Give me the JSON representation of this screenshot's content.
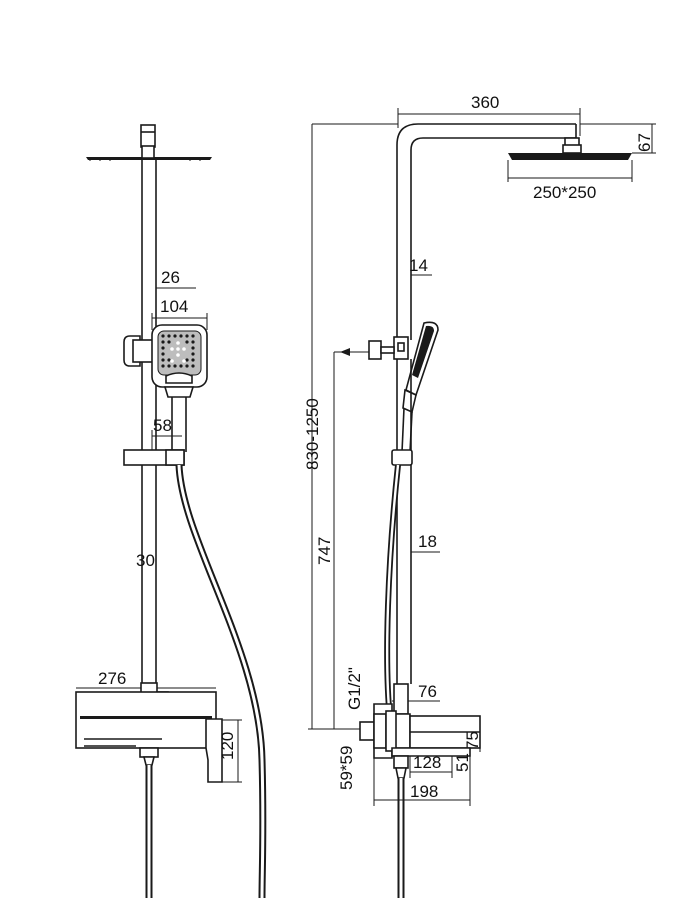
{
  "dimensions": {
    "arm_reach": "360",
    "head_height": "67",
    "head_size": "250*250",
    "riser_diameter": "14",
    "total_height": "830-1250",
    "valve_height": "747",
    "bar_diameter": "18",
    "inlet_thread": "G1/2\"",
    "valve_depth": "76",
    "valve_height_right": "75",
    "valve_body": "128",
    "valve_small": "51",
    "flange_size": "59*59",
    "spout_reach": "198",
    "front_bracket_width": "26",
    "hand_shower_width": "104",
    "slider_width": "58",
    "front_bar_diameter": "30",
    "valve_width": "276",
    "valve_front_height": "120"
  },
  "colors": {
    "line": "#1a1a1a",
    "background": "#ffffff"
  }
}
